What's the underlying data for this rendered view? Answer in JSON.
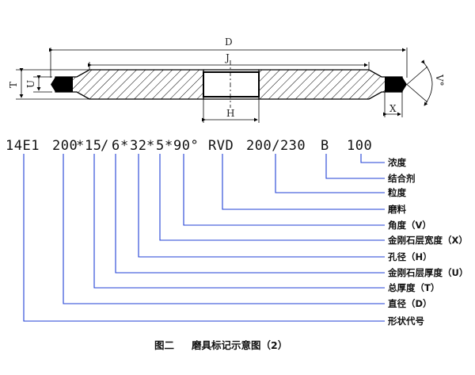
{
  "drawing": {
    "dimension_labels": {
      "D": "D",
      "J": "J",
      "T": "T",
      "U": "U",
      "H": "H",
      "X": "X",
      "V": "V°"
    }
  },
  "code_parts": [
    "14E1",
    "200",
    "*",
    "15",
    "/",
    "6",
    "*",
    "32",
    "*",
    "5",
    "*",
    "90°",
    "RVD",
    "200/230",
    "B",
    "100"
  ],
  "legend": [
    "浓度",
    "结合剂",
    "粒度",
    "磨料",
    "角度（V）",
    "金刚石层宽度（X）",
    "孔径（H）",
    "金刚石层厚度（U）",
    "总厚度（T）",
    "直径（D）",
    "形状代号"
  ],
  "caption": {
    "figure": "图二",
    "title": "磨具标记示意图（2）"
  },
  "colors": {
    "leader_lines": "#1f3fd6",
    "drawing": "#000000"
  }
}
